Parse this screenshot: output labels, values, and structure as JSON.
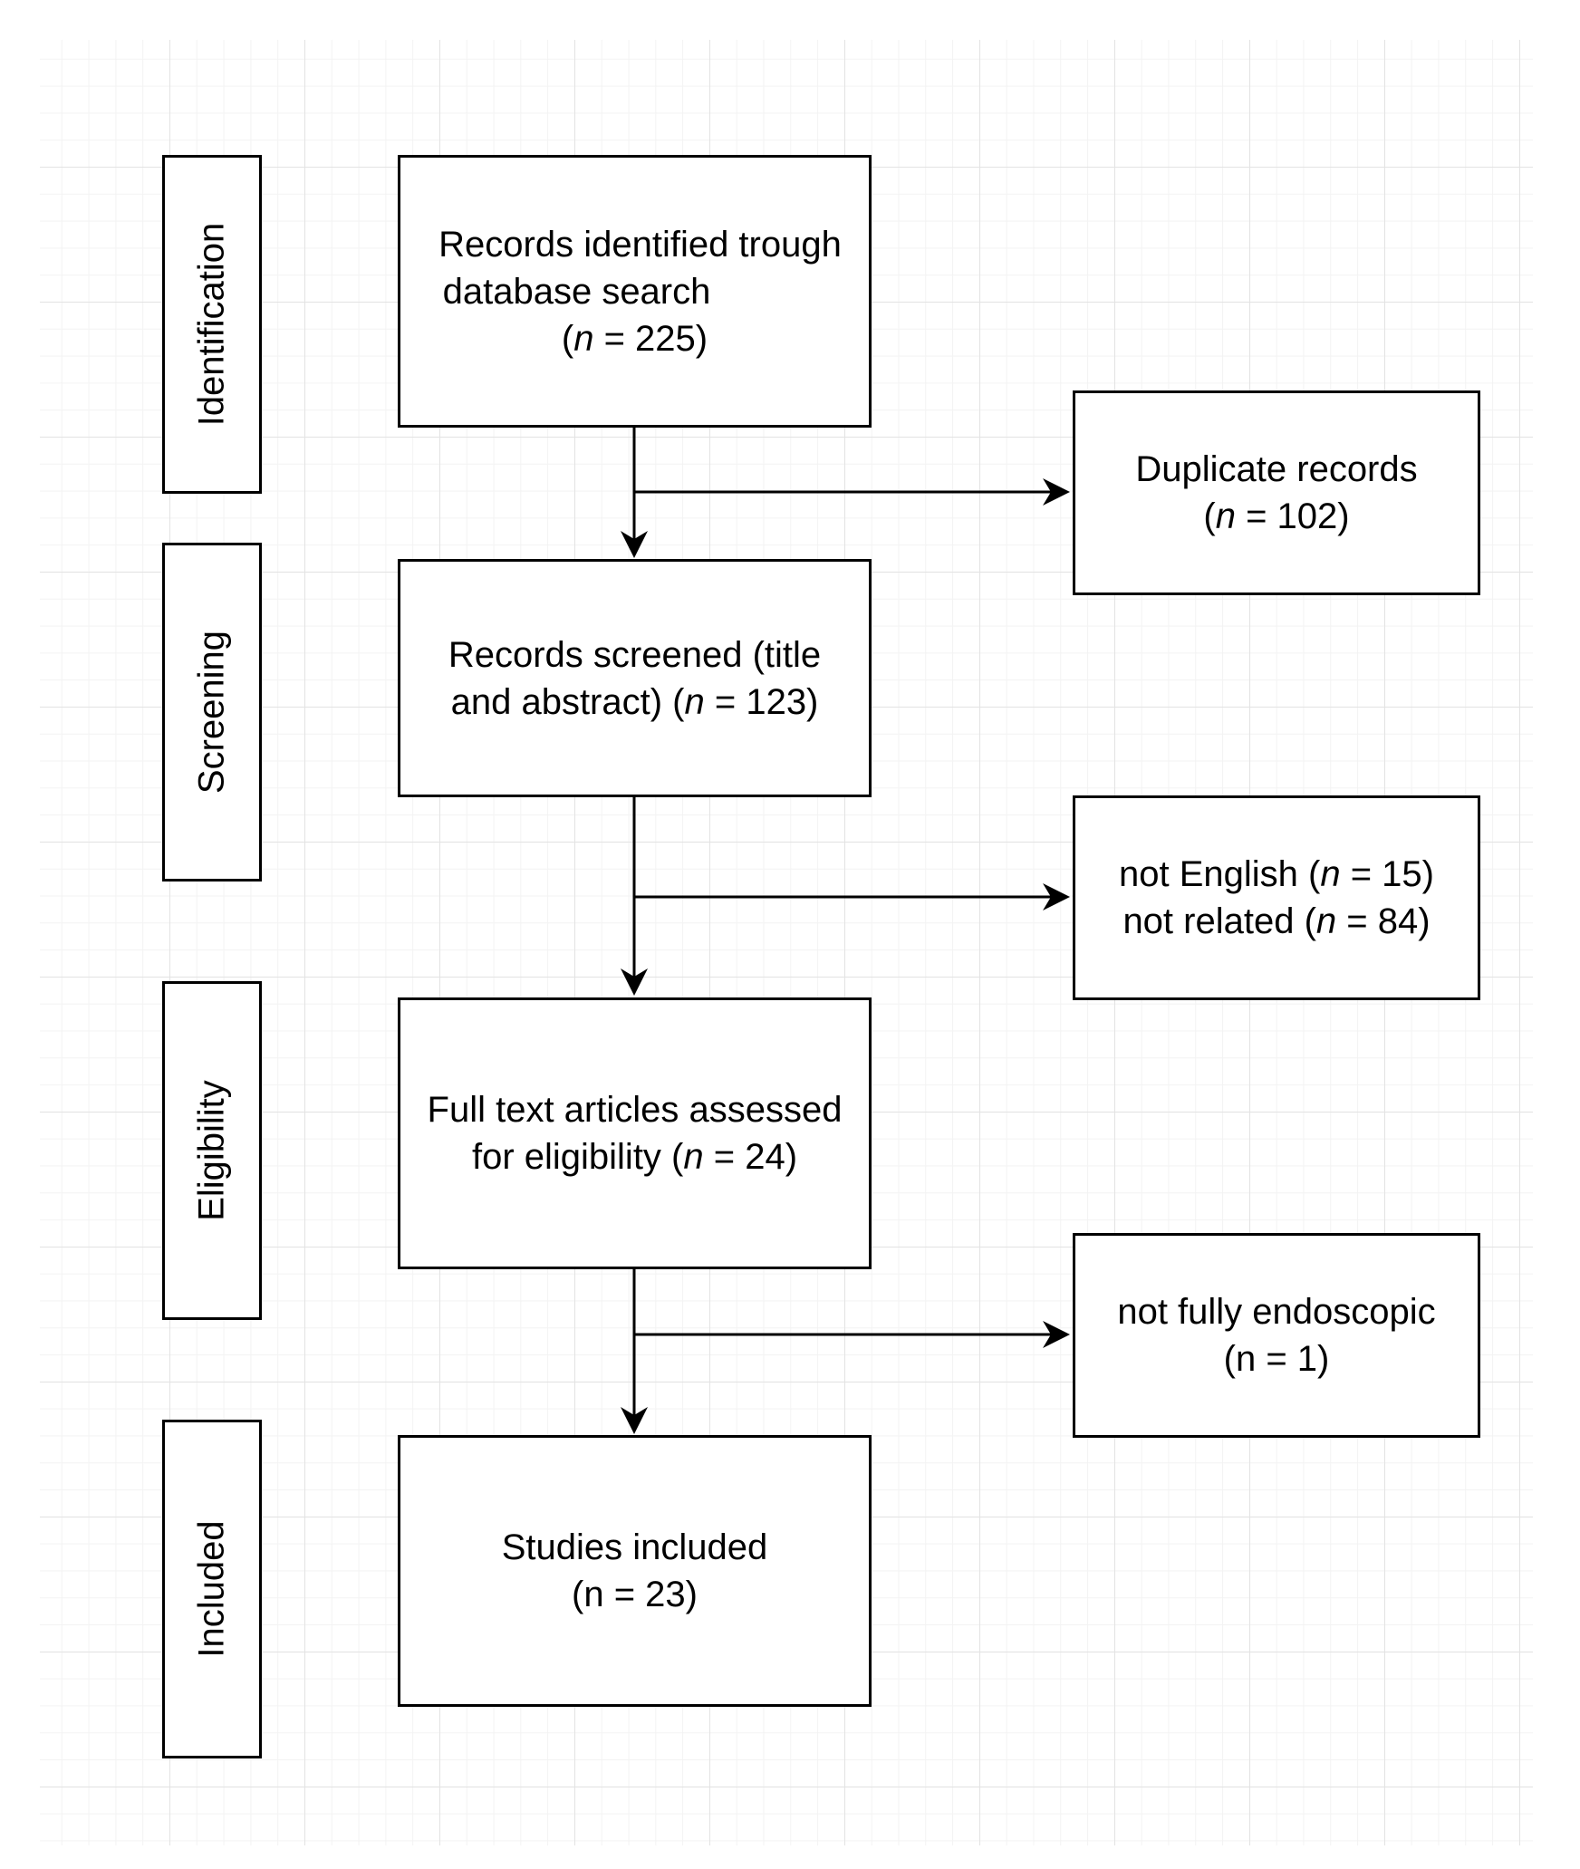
{
  "diagram": {
    "stages": [
      {
        "label": "Identification"
      },
      {
        "label": "Screening"
      },
      {
        "label": "Eligibility"
      },
      {
        "label": "Included"
      }
    ],
    "main_boxes": [
      {
        "lines": [
          {
            "prefix": "Records identified trough"
          },
          {
            "prefix": "database search"
          },
          {
            "prefix": "(",
            "n": "n",
            "suffix": " = 225)"
          }
        ]
      },
      {
        "lines": [
          {
            "prefix": "Records screened (title"
          },
          {
            "prefix": "and abstract) (",
            "n": "n",
            "suffix": " = 123)"
          }
        ]
      },
      {
        "lines": [
          {
            "prefix": "Full text articles assessed"
          },
          {
            "prefix": "for eligibility (",
            "n": "n",
            "suffix": " = 24)"
          }
        ]
      },
      {
        "lines": [
          {
            "prefix": "Studies included"
          },
          {
            "prefix": "(n = 23)"
          }
        ]
      }
    ],
    "exclusion_boxes": [
      {
        "lines": [
          {
            "prefix": "Duplicate records"
          },
          {
            "prefix": "(",
            "n": "n",
            "suffix": " = 102)"
          }
        ]
      },
      {
        "lines": [
          {
            "prefix": "not English (",
            "n": "n",
            "suffix": " = 15)"
          },
          {
            "prefix": "not related (",
            "n": "n",
            "suffix": " = 84)"
          }
        ]
      },
      {
        "lines": [
          {
            "prefix": "not fully endoscopic"
          },
          {
            "prefix": "(n = 1)"
          }
        ]
      }
    ]
  }
}
